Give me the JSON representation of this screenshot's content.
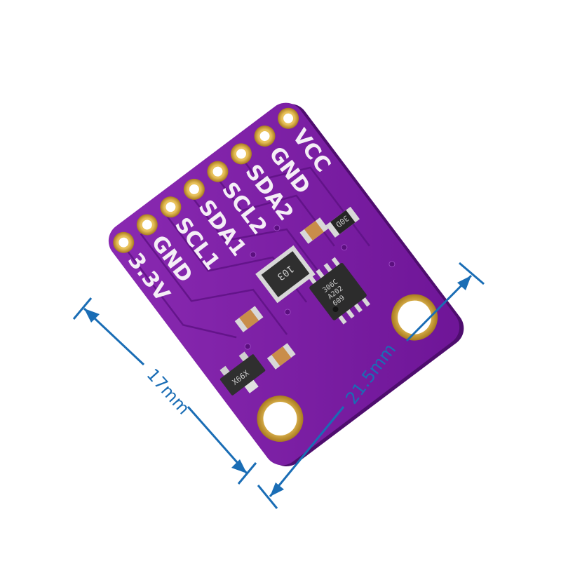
{
  "image": {
    "subject": "PCB breakout module",
    "board_color": "#7a1fa2",
    "pad_color": "#d4a43a",
    "dimension_color": "#1a6db5"
  },
  "pins": [
    {
      "label": "VCC"
    },
    {
      "label": "GND"
    },
    {
      "label": "SDA2"
    },
    {
      "label": "SCL2"
    },
    {
      "label": "SDA1"
    },
    {
      "label": "SCL1"
    },
    {
      "label": "GND"
    },
    {
      "label": "3.3V"
    }
  ],
  "components": {
    "resistor_array": "103",
    "resistor": "30D",
    "ic_lines": [
      "306C",
      "A202",
      "609"
    ],
    "regulator": "X66X"
  },
  "dimensions": {
    "width": "17mm",
    "length": "21.5mm"
  }
}
